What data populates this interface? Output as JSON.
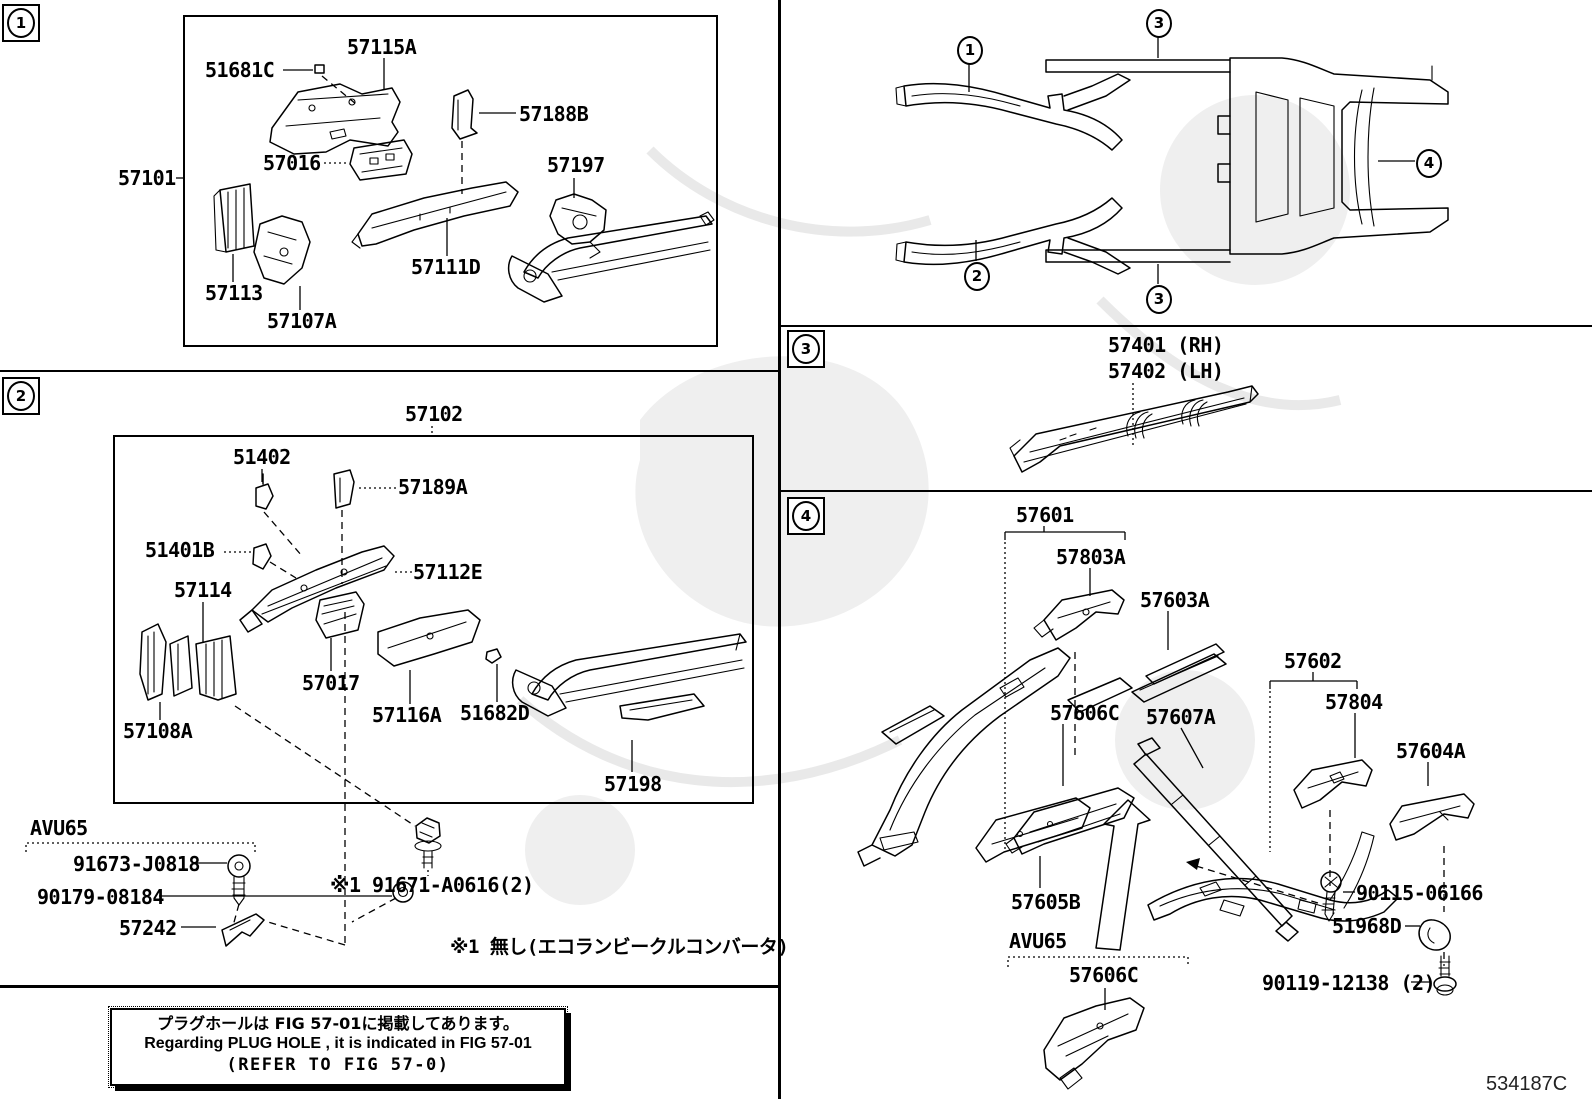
{
  "markers": {
    "m1": "1",
    "m2": "2",
    "m3": "3",
    "m4": "4"
  },
  "callouts": {
    "c1": "1",
    "c2": "2",
    "c3a": "3",
    "c3b": "3",
    "c4": "4"
  },
  "labels": {
    "s1_57115A": "57115A",
    "s1_51681C": "51681C",
    "s1_57188B": "57188B",
    "s1_57016": "57016",
    "s1_57101": "57101",
    "s1_57197": "57197",
    "s1_57111D": "57111D",
    "s1_57113": "57113",
    "s1_57107A": "57107A",
    "s2_57102": "57102",
    "s2_51402": "51402",
    "s2_57189A": "57189A",
    "s2_51401B": "51401B",
    "s2_57112E": "57112E",
    "s2_57114": "57114",
    "s2_57017": "57017",
    "s2_57116A": "57116A",
    "s2_51682D": "51682D",
    "s2_57108A": "57108A",
    "s2_57198": "57198",
    "s2_avu65": "AVU65",
    "s2_91673": "91673-J0818",
    "s2_90179": "90179-08184",
    "s2_57242": "57242",
    "s2_note_bolt": "※1 91671-A0616(2)",
    "s2_note_nashi": "※1 無し(エコランビークルコンバータ)",
    "s3_rh": "57401 (RH)",
    "s3_lh": "57402 (LH)",
    "s4_57601": "57601",
    "s4_57803A": "57803A",
    "s4_57603A": "57603A",
    "s4_57602": "57602",
    "s4_57804": "57804",
    "s4_57604A": "57604A",
    "s4_57606C_1": "57606C",
    "s4_57607A": "57607A",
    "s4_57605B": "57605B",
    "s4_avu65": "AVU65",
    "s4_57606C_2": "57606C",
    "s4_90115": "90115-06166",
    "s4_51968D": "51968D",
    "s4_90119": "90119-12138 (2)"
  },
  "note_box": {
    "line1_jp": "プラグホールは FIG 57-01に掲載してあります。",
    "line2_en": "Regarding PLUG HOLE , it is indicated in FIG 57-01",
    "line3_bold": "(REFER TO FIG 57-0)"
  },
  "footer": {
    "page_code": "534187C"
  },
  "colors": {
    "ink": "#000000",
    "paper": "#ffffff",
    "watermark": "#efefef"
  }
}
